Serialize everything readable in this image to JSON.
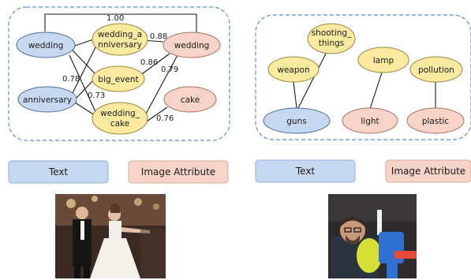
{
  "colors": {
    "text_node_fill": "#c7d9f1",
    "text_node_stroke": "#4a6a9c",
    "attr_node_fill": "#f8d3c8",
    "attr_node_stroke": "#a87060",
    "concept_node_fill": "#fbeaa0",
    "concept_node_stroke": "#9a8640",
    "panel_border": "#5b8fd0"
  },
  "left_graph": {
    "nodes": {
      "wedding_text": "wedding",
      "anniversary": "anniversary",
      "wedding_anniversary_line1": "wedding_a",
      "wedding_anniversary_line2": "nniversary",
      "big_event": "big_event",
      "wedding_cake_line1": "wedding_",
      "wedding_cake_line2": "cake",
      "wedding_attr": "wedding",
      "cake_attr": "cake"
    },
    "edge_labels": {
      "top": "1.00",
      "e088": "0.88",
      "e086": "0.86",
      "e079": "0.79",
      "e078": "0.78",
      "e073": "0.73",
      "e076": "0.76"
    }
  },
  "right_graph": {
    "nodes": {
      "shooting_line1": "shooting_",
      "shooting_line2": "things",
      "weapon": "weapon",
      "lamp": "lamp",
      "pollution": "pollution",
      "guns": "guns",
      "light": "light",
      "plastic": "plastic"
    }
  },
  "legend": {
    "text_left": "Text",
    "image_attr_left": "Image Attribute",
    "text_right": "Text",
    "image_attr_right": "Image Attribute"
  }
}
